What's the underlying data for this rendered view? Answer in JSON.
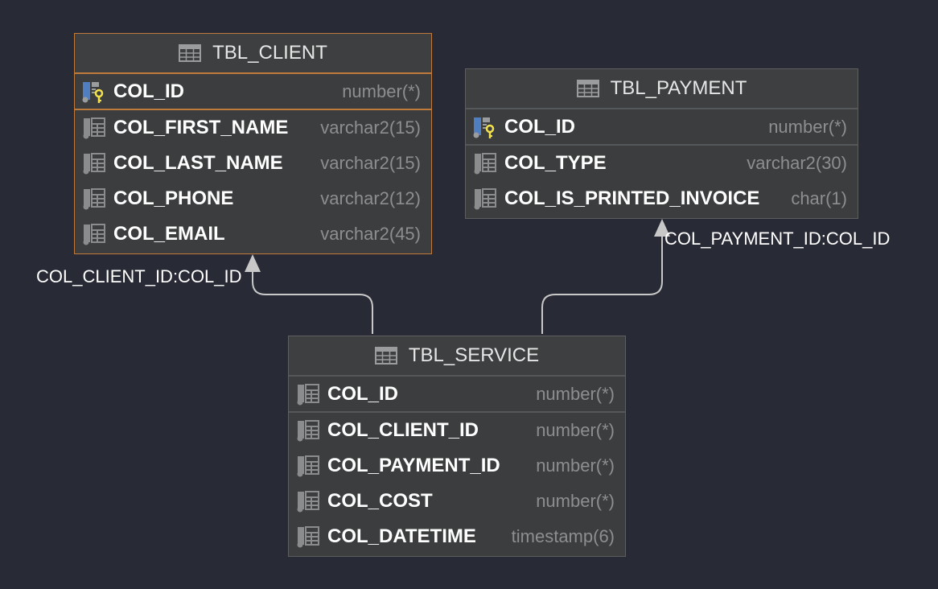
{
  "tables": {
    "client": {
      "name": "TBL_CLIENT",
      "columns": [
        {
          "name": "COL_ID",
          "type": "number(*)",
          "icon": "primary-key-column-icon"
        },
        {
          "name": "COL_FIRST_NAME",
          "type": "varchar2(15)",
          "icon": "column-icon"
        },
        {
          "name": "COL_LAST_NAME",
          "type": "varchar2(15)",
          "icon": "column-icon"
        },
        {
          "name": "COL_PHONE",
          "type": "varchar2(12)",
          "icon": "column-icon"
        },
        {
          "name": "COL_EMAIL",
          "type": "varchar2(45)",
          "icon": "column-icon"
        }
      ]
    },
    "payment": {
      "name": "TBL_PAYMENT",
      "columns": [
        {
          "name": "COL_ID",
          "type": "number(*)",
          "icon": "primary-key-column-icon"
        },
        {
          "name": "COL_TYPE",
          "type": "varchar2(30)",
          "icon": "column-icon"
        },
        {
          "name": "COL_IS_PRINTED_INVOICE",
          "type": "char(1)",
          "icon": "column-icon"
        }
      ]
    },
    "service": {
      "name": "TBL_SERVICE",
      "columns": [
        {
          "name": "COL_ID",
          "type": "number(*)",
          "icon": "column-icon"
        },
        {
          "name": "COL_CLIENT_ID",
          "type": "number(*)",
          "icon": "column-icon"
        },
        {
          "name": "COL_PAYMENT_ID",
          "type": "number(*)",
          "icon": "column-icon"
        },
        {
          "name": "COL_COST",
          "type": "number(*)",
          "icon": "column-icon"
        },
        {
          "name": "COL_DATETIME",
          "type": "timestamp(6)",
          "icon": "column-icon"
        }
      ]
    }
  },
  "relations": {
    "client": "COL_CLIENT_ID:COL_ID",
    "payment": "COL_PAYMENT_ID:COL_ID"
  },
  "colors": {
    "background": "#282a35",
    "selection_border": "#c07a3c",
    "connector": "#c8c8c8"
  }
}
